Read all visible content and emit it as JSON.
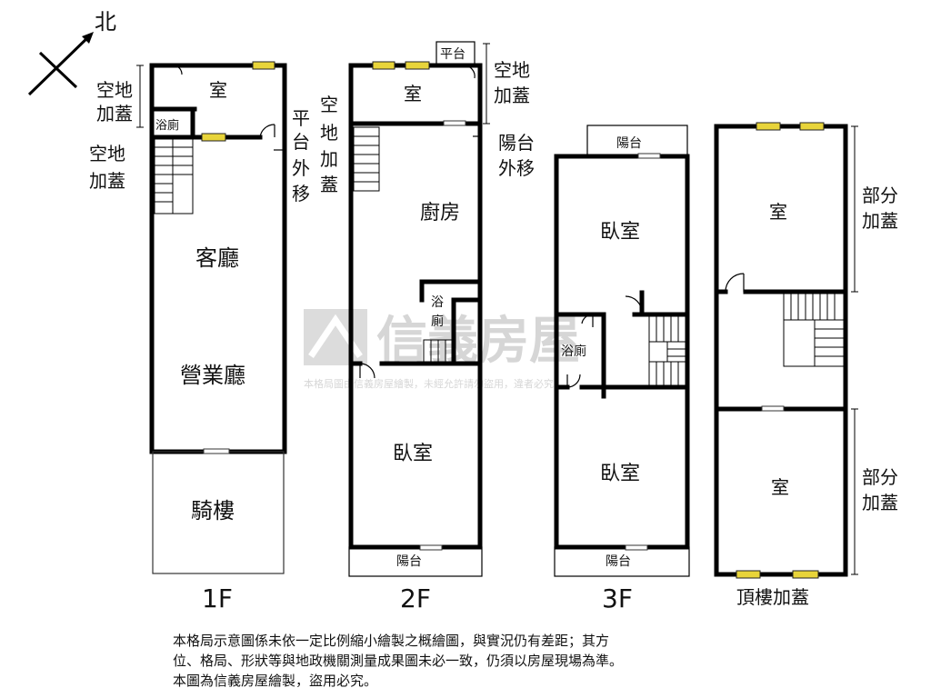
{
  "compass": {
    "north_label": "北"
  },
  "watermark": {
    "brand": "信義房屋",
    "note": "本格局圖由信義房屋繪製，未經允許請勿盜用，違者必究"
  },
  "floors": {
    "f1": {
      "label": "1F",
      "rooms": {
        "room": "室",
        "bath": "浴廁",
        "living": "客廳",
        "business": "營業廳",
        "arcade": "騎樓"
      },
      "notes": {
        "empty_land_1a": "空地",
        "empty_land_1b": "加蓋",
        "empty_land_2a": "空地",
        "empty_land_2b": "加蓋",
        "platform_move": [
          "平",
          "台",
          "外",
          "移"
        ]
      }
    },
    "f2": {
      "label": "2F",
      "rooms": {
        "room": "室",
        "kitchen": "廚房",
        "bath_a": "浴",
        "bath_b": "廁",
        "bedroom": "臥室",
        "balcony": "陽台",
        "platform": "平台"
      },
      "notes": {
        "empty_land_a": "空地",
        "empty_land_b": "加蓋",
        "empty_land_v": [
          "空",
          "地",
          "加",
          "蓋"
        ],
        "balcony_move_a": "陽台",
        "balcony_move_b": "外移"
      }
    },
    "f3": {
      "label": "3F",
      "rooms": {
        "balcony_top": "陽台",
        "bedroom_top": "臥室",
        "bath": "浴廁",
        "bedroom_bottom": "臥室",
        "balcony_bottom": "陽台"
      }
    },
    "roof": {
      "label": "頂樓加蓋",
      "rooms": {
        "room_top": "室",
        "room_bottom": "室"
      },
      "notes": {
        "partial_a": "部分",
        "partial_b": "加蓋",
        "partial_c": "部分",
        "partial_d": "加蓋"
      }
    }
  },
  "disclaimer": {
    "line1": "本格局示意圖係未依一定比例縮小繪製之概繪圖，與實況仍有差距；其方",
    "line2": "位、格局、形狀等與地政機關測量成果圖未必一致，仍須以房屋現場為準。",
    "line3": "本圖為信義房屋繪製，盜用必究。"
  }
}
